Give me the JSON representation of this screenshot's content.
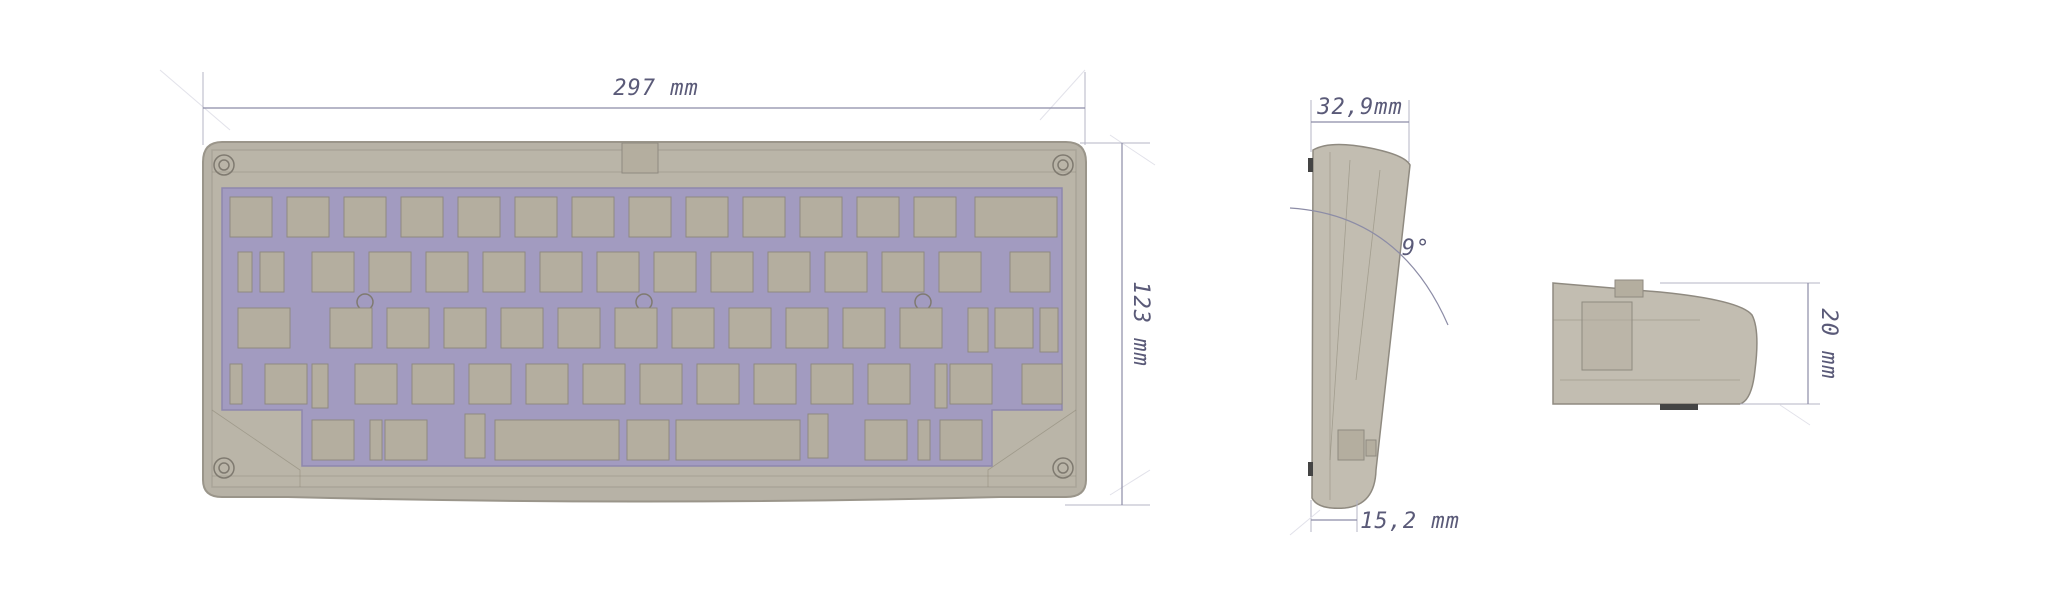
{
  "dimensions": {
    "width": "297 mm",
    "height": "123 mm",
    "depth_top": "32,9mm",
    "depth_bottom": "15,2 mm",
    "angle": "9°",
    "thickness": "20 mm"
  },
  "colors": {
    "case": "#b7b2a6",
    "plate": "#a29bc0",
    "key": "#b4ae9f",
    "dimension_text": "#5a5a78"
  }
}
